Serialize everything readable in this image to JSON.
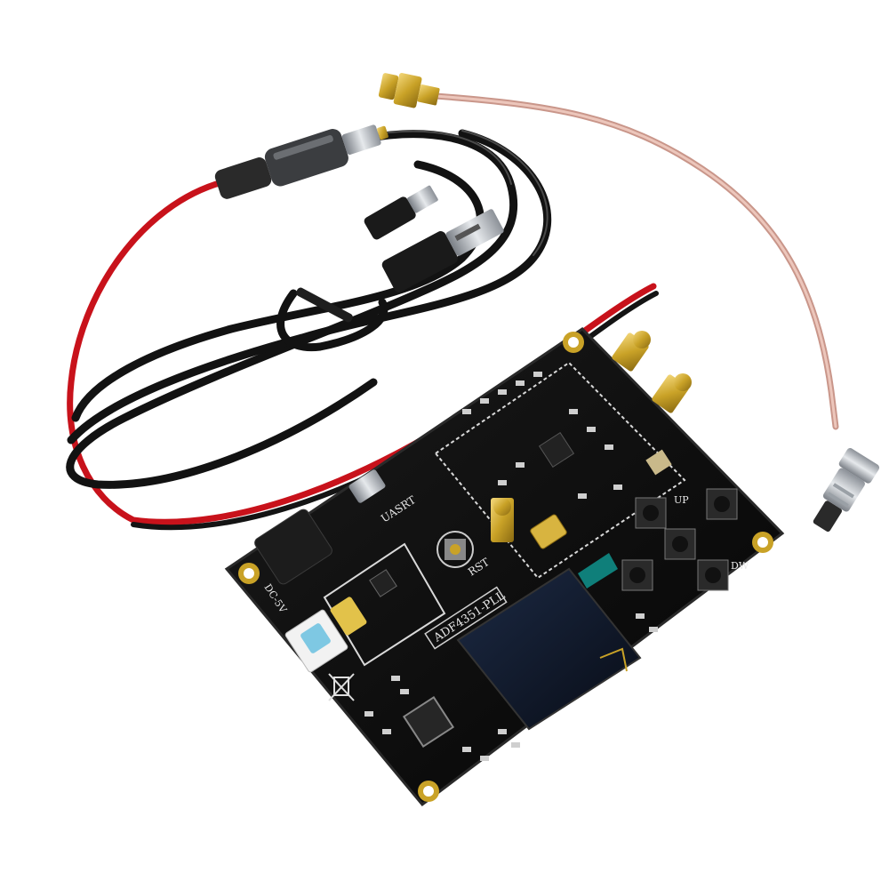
{
  "board": {
    "model_label": "ADF4351-PLL",
    "uasrt_label": "UASRT",
    "rst_label": "RST",
    "power_label": "DC-5V",
    "up_label": "UP",
    "dw_label": "DW"
  },
  "colors": {
    "pcb": "#0e0e0e",
    "silkscreen": "#e8e8e8",
    "gold": "#c9a227",
    "coax": "#d8a99a",
    "red_wire": "#c8121b",
    "oled": "#101626",
    "switch_cap": "#7ec8e3"
  },
  "icons": [
    "sma-connector-icon",
    "bnc-connector-icon",
    "barrel-plug-icon",
    "usb-plug-icon",
    "weee-bin-icon"
  ]
}
